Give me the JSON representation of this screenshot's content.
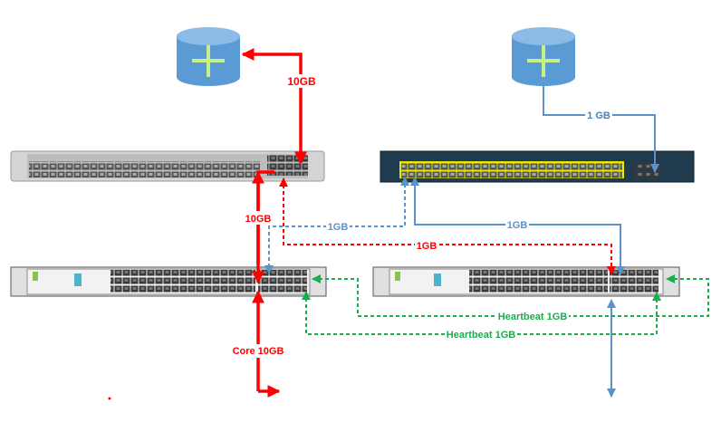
{
  "colors": {
    "ten_gb": "#ff0000",
    "one_gb_blue": "#5b92c9",
    "heartbeat": "#1aad4b",
    "router": "#5b9bd5",
    "catalyst": "#1f3b4d",
    "port_highlight": "#e8e800"
  },
  "devices": {
    "router_left": {
      "icon": "router-icon"
    },
    "router_right": {
      "icon": "router-icon"
    },
    "switch_left": {
      "icon": "switch-icon"
    },
    "switch_right": {
      "icon": "switch-icon"
    },
    "firewall_left": {
      "icon": "firewall-icon"
    },
    "firewall_right": {
      "icon": "firewall-icon"
    }
  },
  "links": {
    "router_to_switch_left": "10GB",
    "switch_to_firewall_left": "10GB",
    "core": "Core 10GB",
    "blue_dashed": "1GB",
    "red_dashed": "1GB",
    "blue_solid": "1GB",
    "router_to_switch_right": "1 GB",
    "heartbeat_1": "Heartbeat 1GB",
    "heartbeat_2": "Heartbeat 1GB"
  }
}
